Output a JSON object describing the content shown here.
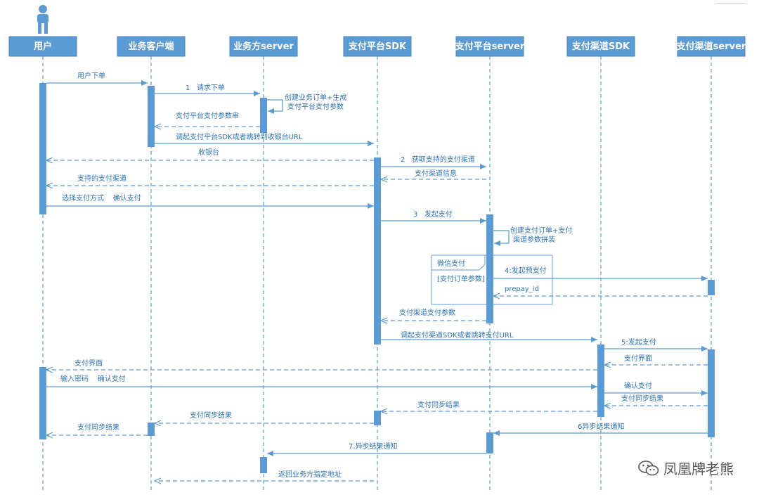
{
  "participants": [
    {
      "id": "user",
      "label": "用户",
      "actor": true
    },
    {
      "id": "client",
      "label": "业务客户端"
    },
    {
      "id": "bizserver",
      "label": "业务方server"
    },
    {
      "id": "paysdk",
      "label": "支付平台SDK"
    },
    {
      "id": "payserver",
      "label": "支付平台server"
    },
    {
      "id": "chansdk",
      "label": "支付渠道SDK"
    },
    {
      "id": "chanserver",
      "label": "支付渠道server"
    }
  ],
  "messages": [
    {
      "from": "user",
      "to": "client",
      "text": "用户下单",
      "style": "solid"
    },
    {
      "from": "client",
      "to": "bizserver",
      "text": "1   请求下单",
      "style": "solid"
    },
    {
      "from": "bizserver",
      "to": "bizserver",
      "text": "创建业务订单+生成\n支付平台支付参数",
      "style": "self"
    },
    {
      "from": "bizserver",
      "to": "client",
      "text": "支付平台支付参数串",
      "style": "dashed"
    },
    {
      "from": "client",
      "to": "paysdk",
      "text": "调起支付平台SDK或者跳转到收银台URL",
      "style": "solid"
    },
    {
      "from": "paysdk",
      "to": "user",
      "text": "收银台",
      "style": "dashed"
    },
    {
      "from": "paysdk",
      "to": "payserver",
      "text": "2   获取支持的支付渠道",
      "style": "solid"
    },
    {
      "from": "payserver",
      "to": "paysdk",
      "text": "支付渠道信息",
      "style": "dashed"
    },
    {
      "from": "paysdk",
      "to": "user",
      "text": "支持的支付渠道",
      "style": "dashed"
    },
    {
      "from": "user",
      "to": "paysdk",
      "text": "选择支付方式    确认支付",
      "style": "solid"
    },
    {
      "from": "paysdk",
      "to": "payserver",
      "text": "3   发起支付",
      "style": "solid"
    },
    {
      "from": "payserver",
      "to": "payserver",
      "text": "创建支付订单+支付\n渠道参数拼装",
      "style": "self"
    },
    {
      "from": "payserver",
      "to": "chanserver",
      "text": "4:发起预支付",
      "style": "solid"
    },
    {
      "from": "chanserver",
      "to": "payserver",
      "text": "prepay_id",
      "style": "dashed"
    },
    {
      "from": "payserver",
      "to": "paysdk",
      "text": "支付渠道支付参数",
      "style": "dashed"
    },
    {
      "from": "paysdk",
      "to": "chansdk",
      "text": "调起支付渠道SDK或者跳转支付URL",
      "style": "solid"
    },
    {
      "from": "chansdk",
      "to": "chanserver",
      "text": "5:发起支付",
      "style": "solid"
    },
    {
      "from": "chanserver",
      "to": "chansdk",
      "text": "支付界面",
      "style": "dashed"
    },
    {
      "from": "chansdk",
      "to": "user",
      "text": "支付界面",
      "style": "dashed"
    },
    {
      "from": "user",
      "to": "chansdk",
      "text": "输入密码    确认支付",
      "style": "solid"
    },
    {
      "from": "chansdk",
      "to": "chanserver",
      "text": "确认支付",
      "style": "solid"
    },
    {
      "from": "chanserver",
      "to": "chansdk",
      "text": "支付同步结果",
      "style": "dashed"
    },
    {
      "from": "chansdk",
      "to": "paysdk",
      "text": "支付同步结果",
      "style": "dashed"
    },
    {
      "from": "paysdk",
      "to": "client",
      "text": "支付同步结果",
      "style": "dashed"
    },
    {
      "from": "client",
      "to": "user",
      "text": "支付同步结果",
      "style": "dashed"
    },
    {
      "from": "chanserver",
      "to": "payserver",
      "text": "6异步结果通知",
      "style": "solid"
    },
    {
      "from": "payserver",
      "to": "bizserver",
      "text": "7.异步结果通知",
      "style": "solid"
    },
    {
      "from": "paysdk",
      "to": "client",
      "text": "返回业务方指定地址",
      "style": "dashed"
    }
  ],
  "fragment": {
    "label": "微信支付",
    "guard": "[支付订单参数]"
  },
  "watermark": {
    "text": "凤凰牌老熊",
    "icon": "wechat-icon"
  },
  "colors": {
    "primary": "#5b9bd5",
    "text": "#2e74b5"
  }
}
